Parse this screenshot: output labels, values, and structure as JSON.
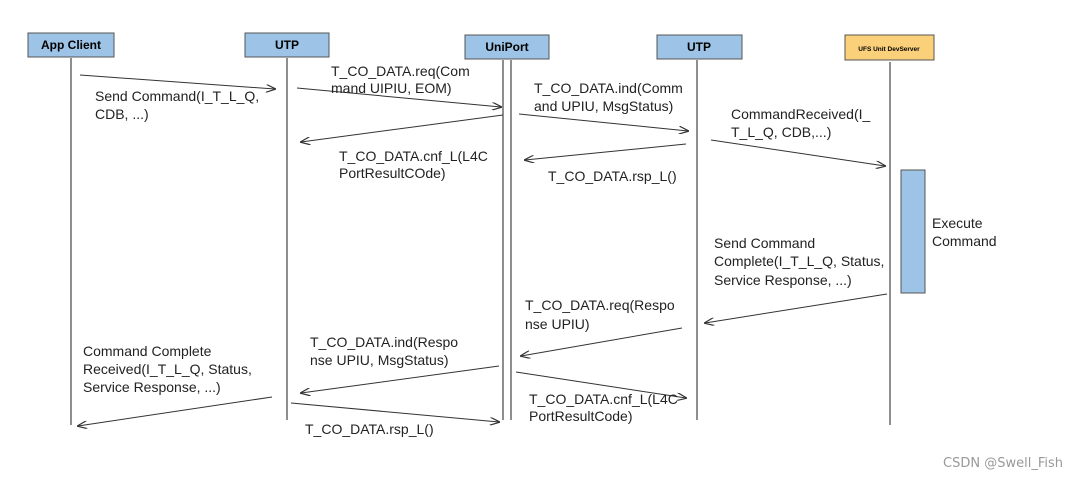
{
  "participants": [
    {
      "id": "app_client",
      "label": "App Client",
      "color": "#9dc3e6"
    },
    {
      "id": "utp_host",
      "label": "UTP",
      "color": "#9dc3e6"
    },
    {
      "id": "uniport",
      "label": "UniPort",
      "color": "#9dc3e6"
    },
    {
      "id": "utp_device",
      "label": "UTP",
      "color": "#9dc3e6"
    },
    {
      "id": "ufs_server",
      "label": "UFS Unit DevServer",
      "color": "#fad07a"
    }
  ],
  "messages": [
    {
      "id": "m1",
      "lines": [
        "Send Command(I_T_L_Q,",
        "CDB, ...)"
      ]
    },
    {
      "id": "m2",
      "lines": [
        "T_CO_DATA.req(Com",
        "mand UIPIU, EOM)"
      ]
    },
    {
      "id": "m3",
      "lines": [
        "T_CO_DATA.ind(Comm",
        "and UPIU, MsgStatus)"
      ]
    },
    {
      "id": "m4",
      "lines": [
        "CommandReceived(I_",
        "T_L_Q, CDB,...)"
      ]
    },
    {
      "id": "m5",
      "lines": [
        "T_CO_DATA.cnf_L(L4C",
        "PortResultCOde)"
      ]
    },
    {
      "id": "m6",
      "lines": [
        "T_CO_DATA.rsp_L()"
      ]
    },
    {
      "id": "m7",
      "lines": [
        "Send Command",
        "Complete(I_T_L_Q, Status,",
        "Service Response, ...)"
      ]
    },
    {
      "id": "m8",
      "lines": [
        "T_CO_DATA.req(Respo",
        "nse UPIU)"
      ]
    },
    {
      "id": "m9",
      "lines": [
        "T_CO_DATA.ind(Respo",
        "nse UPIU, MsgStatus)"
      ]
    },
    {
      "id": "m10",
      "lines": [
        "Command Complete",
        "Received(I_T_L_Q, Status,",
        "Service Response, ...)"
      ]
    },
    {
      "id": "m11",
      "lines": [
        "T_CO_DATA.cnf_L(L4C",
        "PortResultCode)"
      ]
    },
    {
      "id": "m12",
      "lines": [
        "T_CO_DATA.rsp_L()"
      ]
    }
  ],
  "activation": {
    "lines": [
      "Execute",
      "Command"
    ],
    "color": "#9dc3e6"
  },
  "colors": {
    "lifeline": "#444444",
    "arrow": "#333333",
    "box_border": "#555555"
  },
  "watermark": "CSDN @Swell_Fish"
}
